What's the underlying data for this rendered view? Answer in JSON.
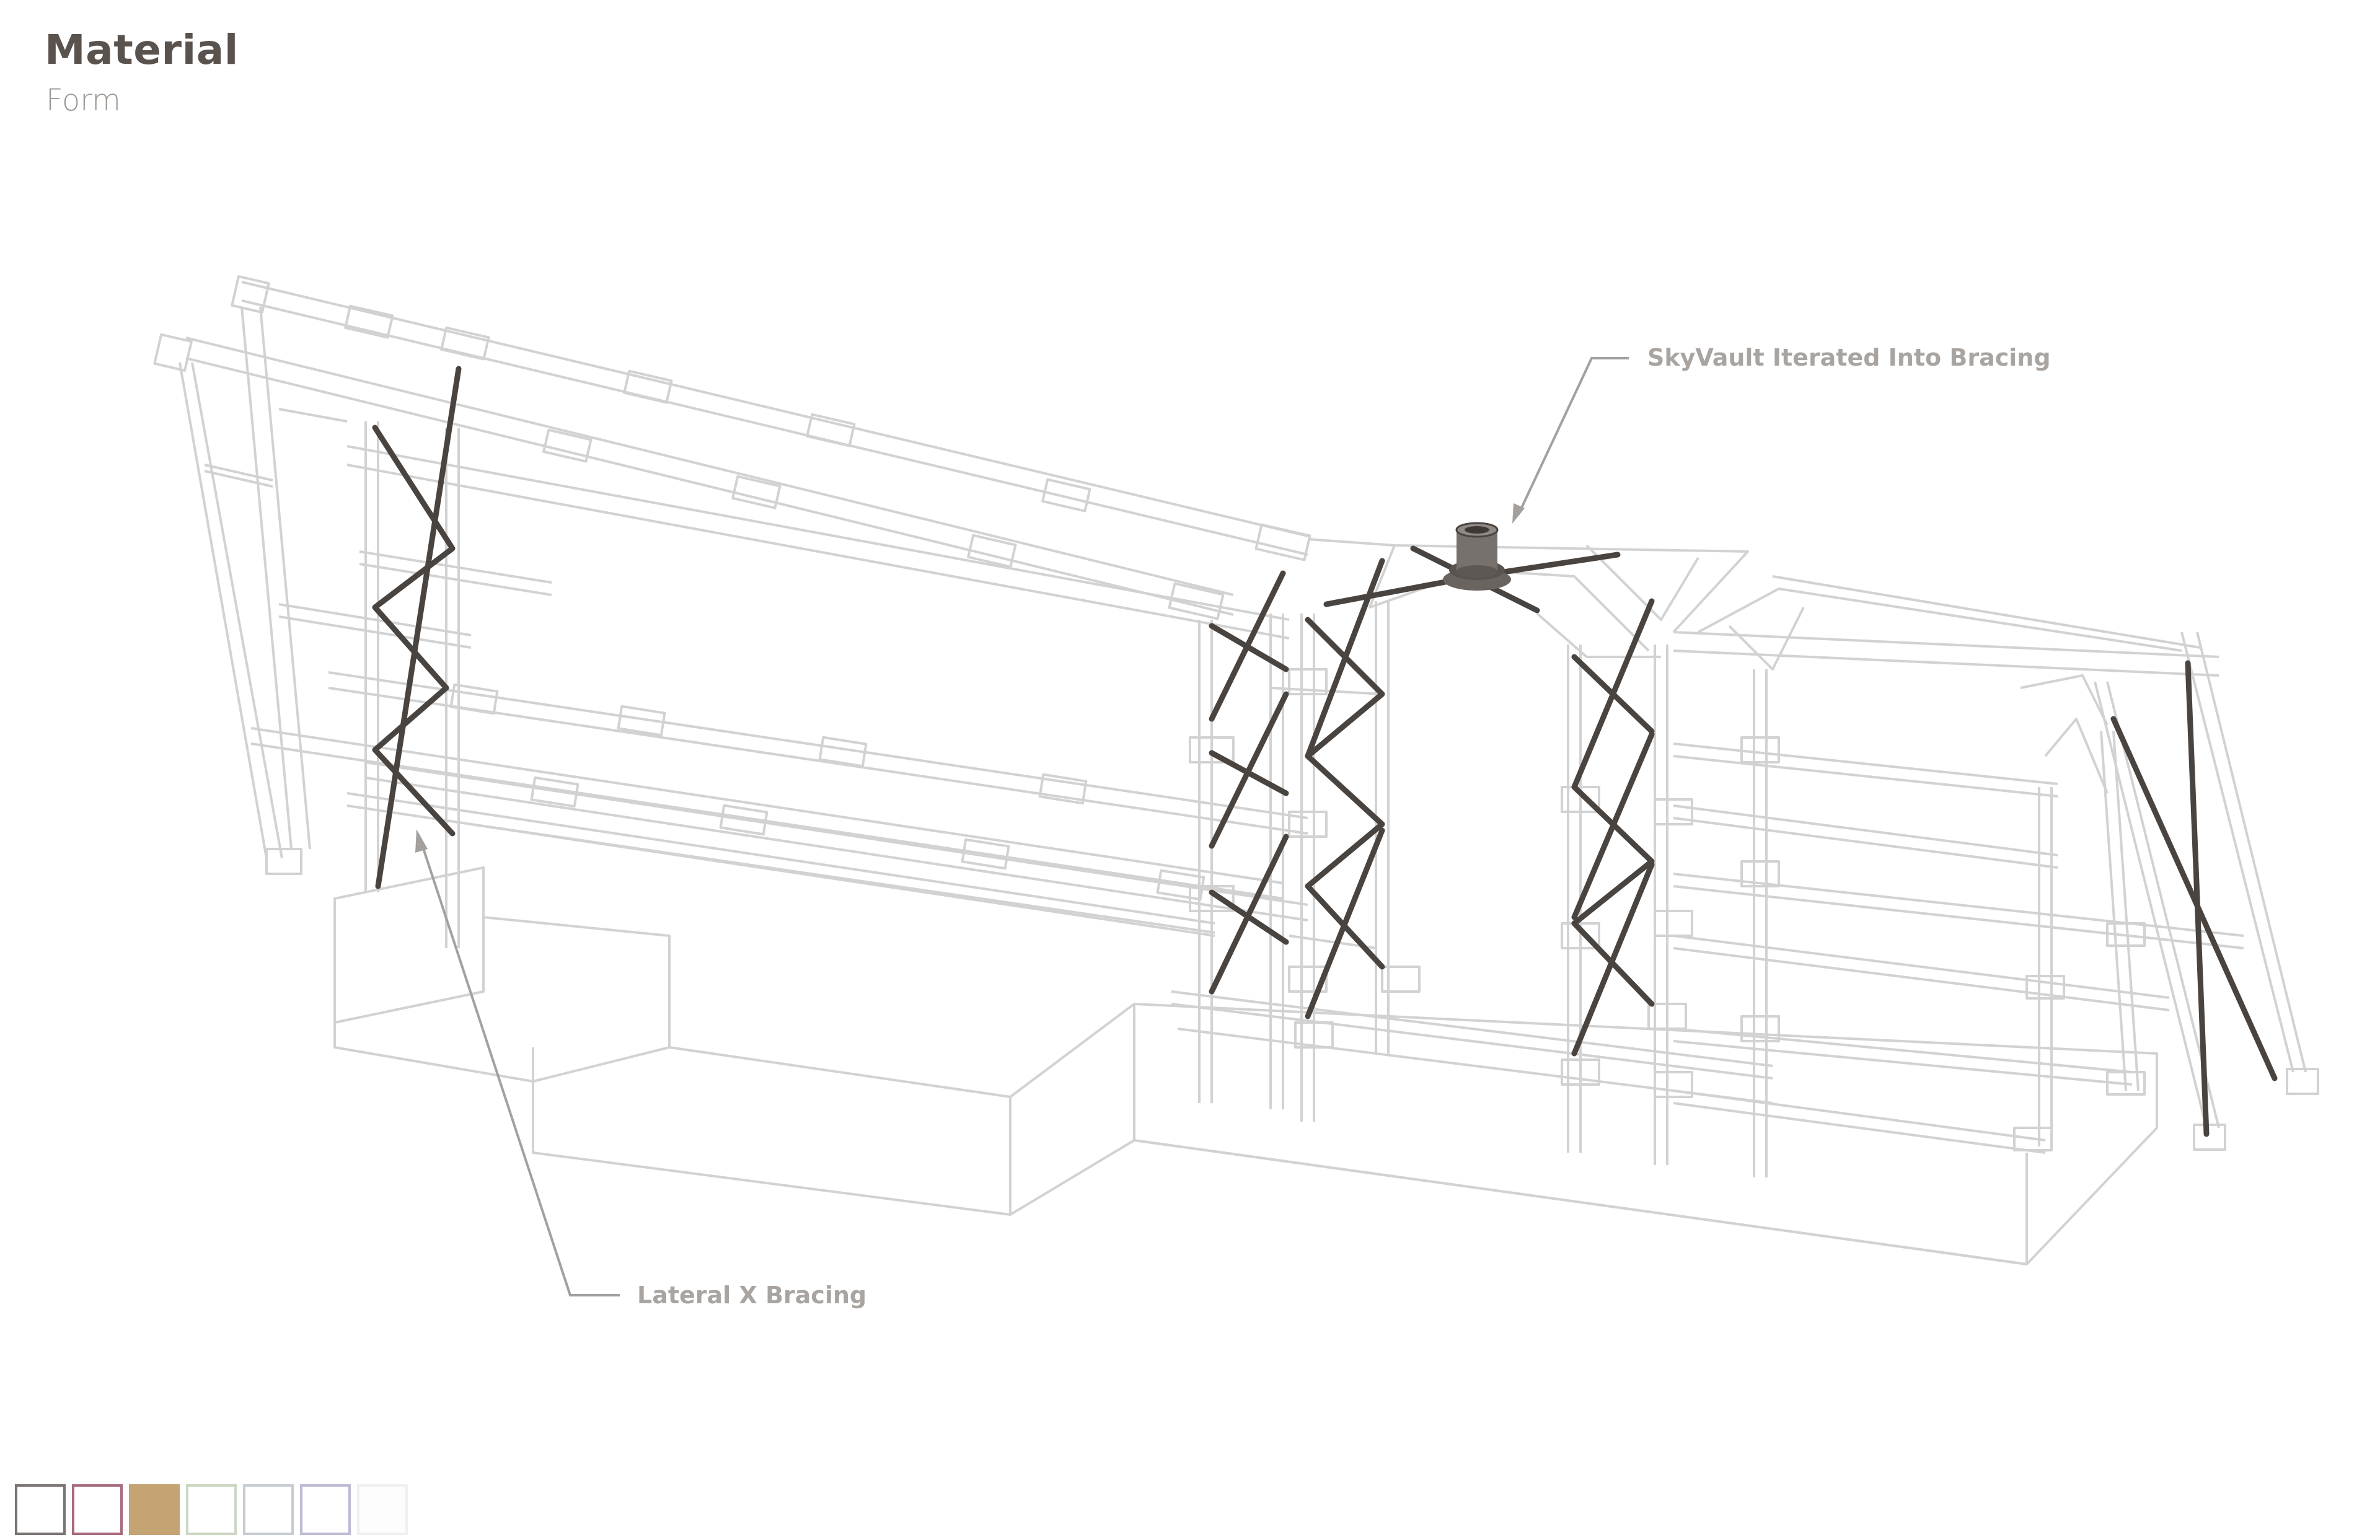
{
  "header": {
    "title": "Material",
    "subtitle": "Form"
  },
  "annotations": {
    "skyvault": "SkyVault Iterated Into Bracing",
    "lateral": "Lateral X Bracing"
  },
  "colors": {
    "ghost_lines": "#d2d2d2",
    "bracing": "#4a4440",
    "leader": "#a3a09d"
  },
  "swatches": [
    {
      "fill": "#ffffff",
      "border": "#7a7472"
    },
    {
      "fill": "#ffffff",
      "border": "#a86c7c"
    },
    {
      "fill": "#c4a473",
      "border": "#c4a473"
    },
    {
      "fill": "#ffffff",
      "border": "#cdd6c2"
    },
    {
      "fill": "#ffffff",
      "border": "#c7ccd4"
    },
    {
      "fill": "#ffffff",
      "border": "#bdbbd3"
    },
    {
      "fill": "#fdfdfd",
      "border": "#f0f0f0"
    }
  ]
}
